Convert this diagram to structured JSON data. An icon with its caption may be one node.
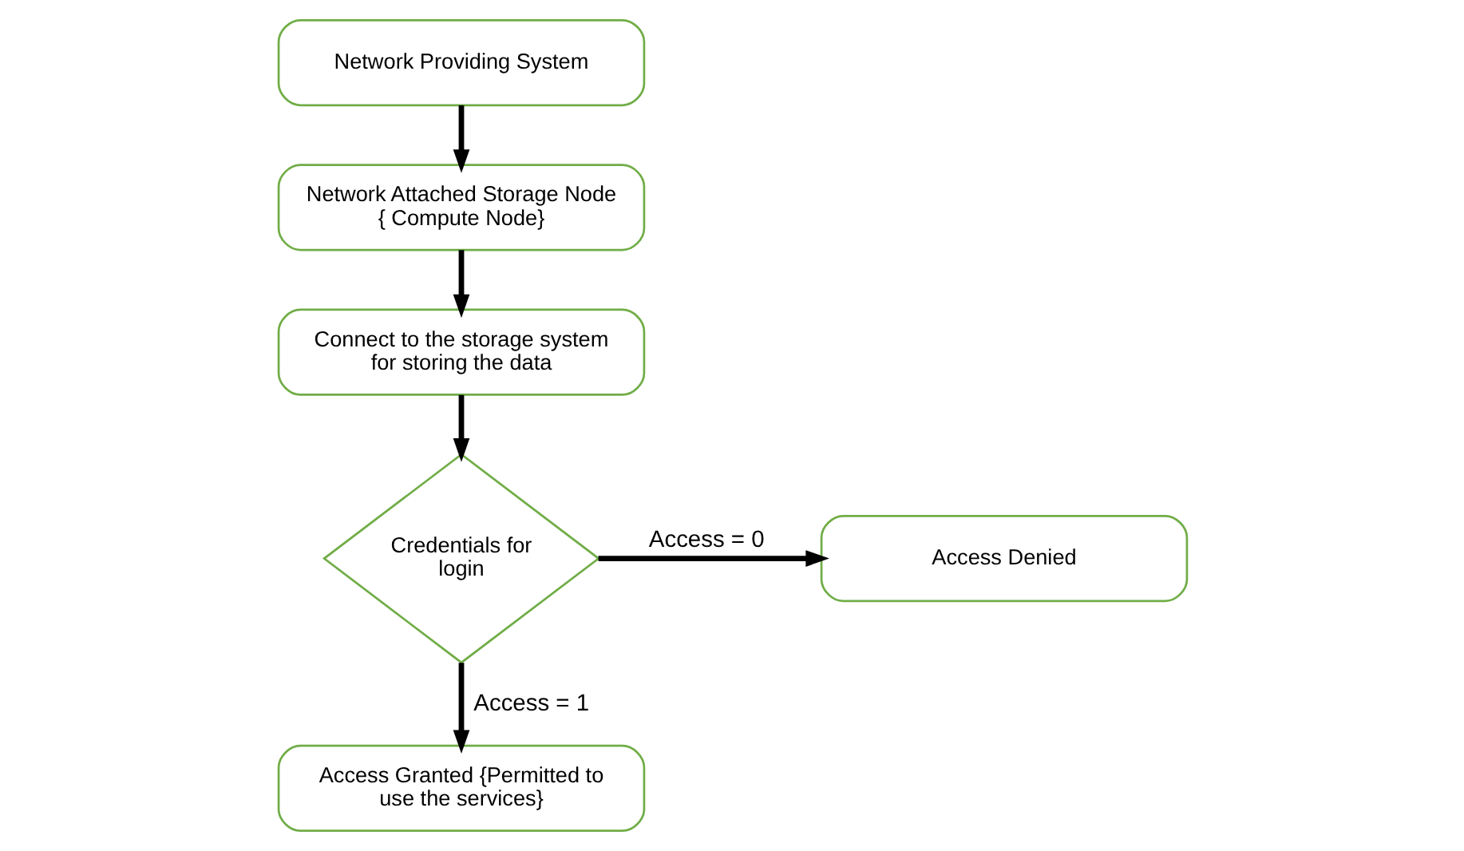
{
  "diagram": {
    "nodes": [
      {
        "text": [
          "Network Providing System"
        ]
      },
      {
        "text": [
          "Network Attached Storage Node { Compute Node}"
        ]
      },
      {
        "text": [
          "Connect to the storage system for storing the data"
        ]
      },
      {
        "text": [
          "Credentials for login"
        ]
      },
      {
        "text": [
          "Access Denied"
        ]
      },
      {
        "text": [
          "Access Granted {Permitted to use the services}"
        ]
      }
    ],
    "edges": [
      {
        "from": 0,
        "to": 1,
        "arrow": "to"
      },
      {
        "from": 1,
        "to": 2,
        "arrow": "to"
      },
      {
        "from": 2,
        "to": 3,
        "arrow": "to"
      },
      {
        "from": 3,
        "to": 4,
        "arrow": "to",
        "label": "Access = 0"
      },
      {
        "from": 3,
        "to": 5,
        "arrow": "to",
        "label": "Access = 1"
      }
    ]
  }
}
